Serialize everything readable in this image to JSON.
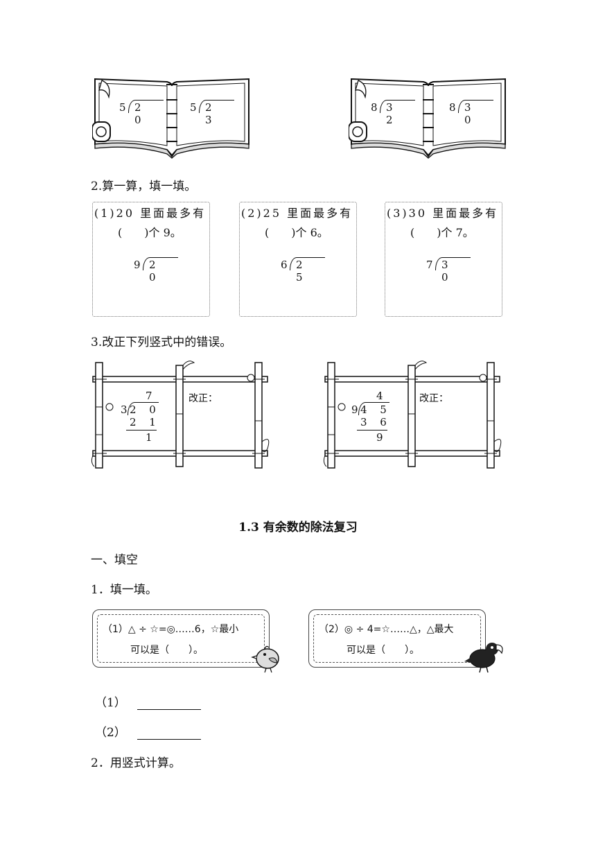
{
  "books": [
    {
      "divisions": [
        {
          "divisor": "5",
          "dividend": "2 0"
        },
        {
          "divisor": "5",
          "dividend": "2 3"
        }
      ]
    },
    {
      "divisions": [
        {
          "divisor": "8",
          "dividend": "3 2"
        },
        {
          "divisor": "8",
          "dividend": "3 0"
        }
      ]
    }
  ],
  "section2": {
    "title": "2.算一算，填一填。",
    "boxes": [
      {
        "line1": "(1)20 里面最多有",
        "line2": "(　　)个 9。",
        "divisor": "9",
        "dividend": "2 0"
      },
      {
        "line1": "(2)25 里面最多有",
        "line2": "(　　)个 6。",
        "divisor": "6",
        "dividend": "2 5"
      },
      {
        "line1": "(3)30 里面最多有",
        "line2": "(　　)个 7。",
        "divisor": "7",
        "dividend": "3 0"
      }
    ]
  },
  "section3": {
    "title": "3.改正下列竖式中的错误。",
    "frames": [
      {
        "quotient": "7",
        "divisor": "3",
        "dividend": "2 0",
        "product": "2 1",
        "remainder": "1",
        "correct_label": "改正："
      },
      {
        "quotient": "4",
        "divisor": "9",
        "dividend": "4 5",
        "product": "3 6",
        "remainder": "9",
        "correct_label": "改正："
      }
    ]
  },
  "review": {
    "heading": "1.3 有余数的除法复习",
    "part": "一、填空",
    "q1_title": "1．填一填。",
    "cards": [
      {
        "line1": "（1）△ ÷ ☆=◎……6，☆最小",
        "line2": "可以是（　　）。"
      },
      {
        "line1": "（2）◎ ÷ 4=☆……△，△最大",
        "line2": "可以是（　　）。"
      }
    ],
    "answers": [
      "（1）",
      "（2）"
    ],
    "q2_title": "2．用竖式计算。"
  }
}
